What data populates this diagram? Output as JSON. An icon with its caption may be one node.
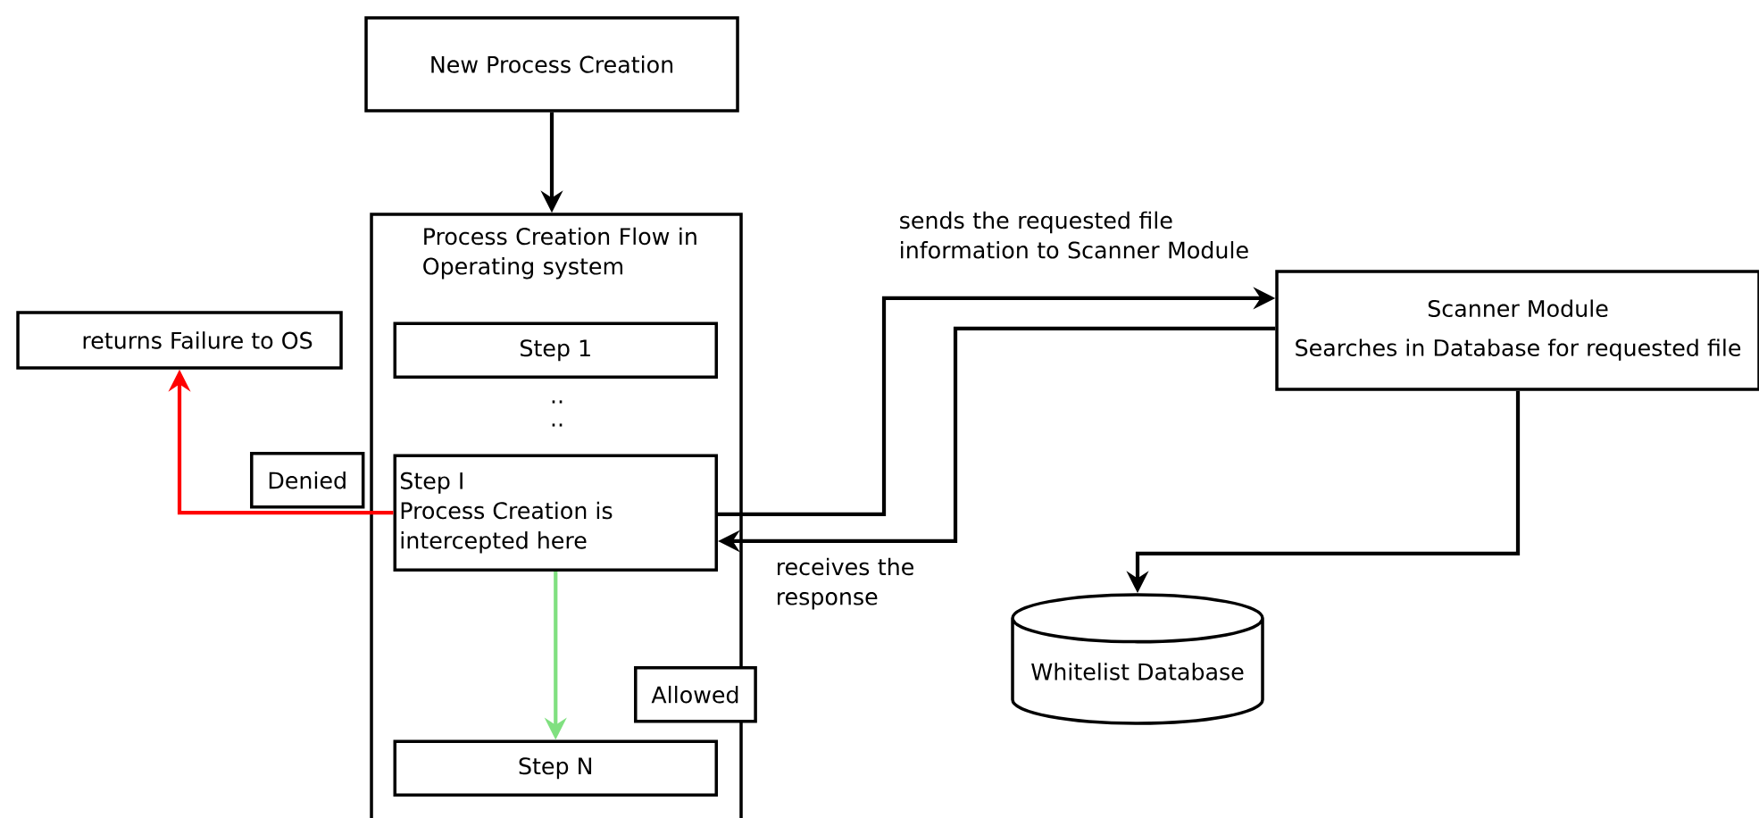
{
  "diagram": {
    "nodes": [
      {
        "text": [
          "New Process Creation"
        ]
      },
      {
        "text": [
          "Process Creation Flow in Operating system"
        ]
      },
      {
        "text": [
          "Step 1"
        ],
        "in": 1
      },
      {
        "text": [
          "Step I",
          "Process Creation is intercepted here"
        ],
        "in": 1
      },
      {
        "text": [
          "Step N"
        ],
        "in": 1
      },
      {
        "text": [
          "returns Failure to OS"
        ]
      },
      {
        "text": [
          "Scanner Module",
          "Searches in Database for requested file"
        ]
      },
      {
        "text": [
          "Whitelist Database"
        ]
      }
    ],
    "edges": [
      {
        "from": 0,
        "to": 1,
        "arrow": "to"
      },
      {
        "from": 3,
        "to": 5,
        "arrow": "to",
        "label": "Denied",
        "color": "#ff0000"
      },
      {
        "from": 3,
        "to": 4,
        "arrow": "to",
        "label": "Allowed",
        "color": "#80e080"
      },
      {
        "from": 3,
        "to": 6,
        "arrow": "to",
        "label": "sends the requested file information to Scanner Module"
      },
      {
        "from": 6,
        "to": 3,
        "arrow": "to",
        "label": "receives the response"
      },
      {
        "from": 6,
        "to": 7,
        "arrow": "to"
      }
    ],
    "labels": [
      "..",
      ".."
    ]
  }
}
